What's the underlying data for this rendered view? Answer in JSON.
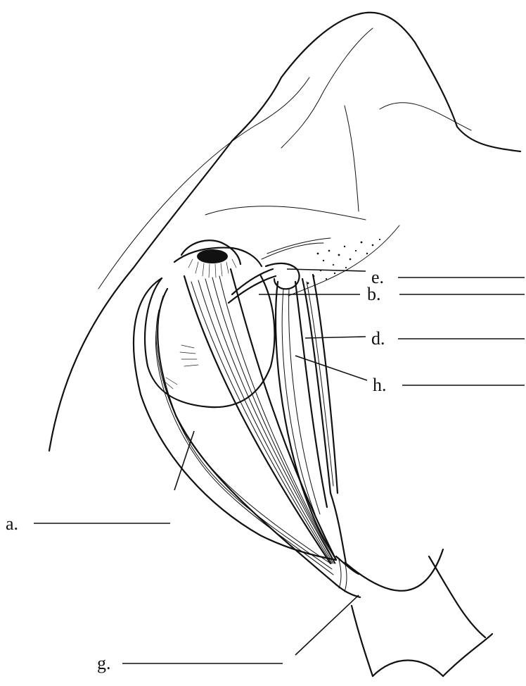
{
  "labels": {
    "a": "a.",
    "b": "b.",
    "d": "d.",
    "e": "e.",
    "g": "g.",
    "h": "h."
  },
  "colors": {
    "ink": "#111111",
    "paper": "#ffffff"
  }
}
